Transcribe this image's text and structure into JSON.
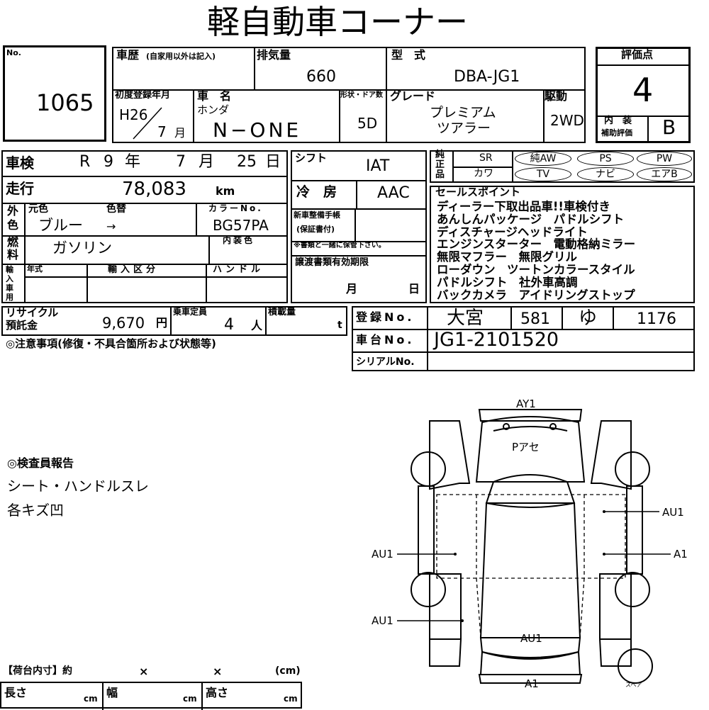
{
  "title": "軽自動車コーナー",
  "lot": {
    "no_label": "No.",
    "number": "1065"
  },
  "history": {
    "label": "車歴",
    "note": "(自家用以外は記入)",
    "value": ""
  },
  "displacement": {
    "label": "排気量",
    "value": "660"
  },
  "model": {
    "label": "型　式",
    "value": "DBA-JG1"
  },
  "score": {
    "label": "評価点",
    "value": "4",
    "interior_label_1": "内　装",
    "interior_label_2": "補助評価",
    "interior_value": "B"
  },
  "first_reg": {
    "label": "初度登録年月",
    "era_year": "H26",
    "month": "7",
    "month_unit": "月"
  },
  "car_name": {
    "label": "車　名",
    "maker": "ホンダ",
    "value": "N−ONE"
  },
  "doors": {
    "label": "形状・ドア数",
    "value": "5D"
  },
  "grade": {
    "label": "グレード",
    "line1": "プレミアム",
    "line2": "ツアラー"
  },
  "drive": {
    "label": "駆動",
    "value": "2WD"
  },
  "inspection": {
    "label": "車検",
    "era": "R",
    "year": "9",
    "year_unit": "年",
    "month": "7",
    "month_unit": "月",
    "day": "25",
    "day_unit": "日"
  },
  "mileage": {
    "label": "走行",
    "value": "78,083",
    "unit": "km"
  },
  "shift": {
    "label": "シフト",
    "value": "IAT"
  },
  "ac": {
    "label": "冷　房",
    "value": "AAC"
  },
  "color": {
    "outer_label_1": "外",
    "outer_label_2": "色",
    "original_label": "元色",
    "change_label": "色替",
    "original": "ブルー",
    "change": "→",
    "code_label": "カラーNo.",
    "code": "BG57PA"
  },
  "fuel": {
    "label_1": "燃",
    "label_2": "料",
    "value": "ガソリン",
    "interior_color_label": "内装色"
  },
  "maintenance": {
    "label_1": "新車整備手帳",
    "label_2": "(保証書付)",
    "note": "※書類と一緒に保管下さい。"
  },
  "import": {
    "label_1": "輸",
    "label_2": "入",
    "label_3": "車",
    "label_4": "用",
    "year_label": "年式",
    "class_label": "輸入区分",
    "handle_label": "ハンドル"
  },
  "transfer": {
    "label": "譲渡書類有効期限",
    "month_unit": "月",
    "day_unit": "日"
  },
  "recycle": {
    "label_1": "リサイクル",
    "label_2": "預託金",
    "value": "9,670",
    "unit": "円"
  },
  "capacity": {
    "label": "乗車定員",
    "value": "4",
    "unit": "人"
  },
  "load": {
    "label": "積載量",
    "unit": "t"
  },
  "notes": {
    "label": "◎注意事項(修復・不具合箇所および状態等)"
  },
  "registration": {
    "label": "登録No.",
    "area": "大宮",
    "class": "581",
    "kana": "ゆ",
    "number": "1176"
  },
  "chassis": {
    "label": "車台No.",
    "value": "JG1-2101520"
  },
  "serial": {
    "label": "シリアルNo.",
    "value": ""
  },
  "equipment": {
    "label_1": "純",
    "label_2": "正",
    "label_3": "品",
    "sr": "SR",
    "leather": "カワ",
    "options": [
      "純AW",
      "PS",
      "PW",
      "TV",
      "ナビ",
      "エアB"
    ]
  },
  "sales_points": {
    "label": "セールスポイント",
    "lines": [
      "ディーラー下取出品車!!車検付き",
      "あんしんパッケージ　パドルシフト",
      "ディスチャージヘッドライト",
      "エンジンスターター　電動格納ミラー",
      "無限マフラー　無限グリル",
      "ローダウン　ツートンカラースタイル",
      "パドルシフト　社外車高調",
      "バックカメラ　アイドリングストップ"
    ]
  },
  "inspector": {
    "label": "◎検査員報告",
    "lines": [
      "シート・ハンドルスレ",
      "各キズ凹"
    ]
  },
  "cargo": {
    "label": "【荷台内寸】約",
    "x1": "×",
    "x2": "×",
    "unit": "(cm)",
    "length_label": "長さ",
    "width_label": "幅",
    "height_label": "高さ",
    "cm": "cm"
  },
  "diagram": {
    "ay1": "AY1",
    "pase": "Pアセ",
    "au1_right_top": "AU1",
    "a1_right": "A1",
    "au1_left_mid": "AU1",
    "au1_left_low": "AU1",
    "au1_rear": "AU1",
    "a1_bottom": "A1",
    "spare": "スペア"
  }
}
